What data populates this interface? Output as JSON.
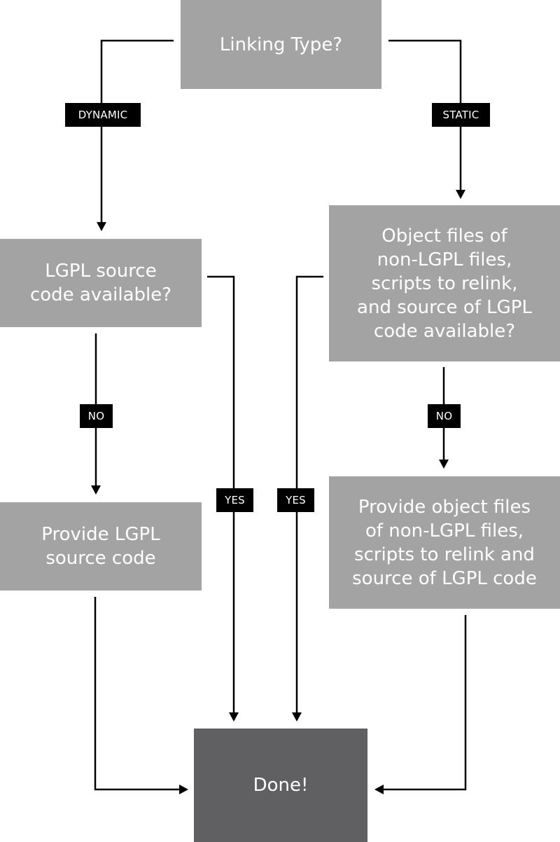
{
  "colors": {
    "decision_box": "#a3a3a3",
    "terminal_box": "#606062",
    "label_background": "#000000",
    "connector": "#000000",
    "text": "#ffffff"
  },
  "nodes": {
    "linking_type": "Linking Type?",
    "lgpl_source_available": "LGPL source\ncode available?",
    "object_files_available": "Object files of\nnon-LGPL files,\nscripts to relink,\nand source of LGPL\ncode available?",
    "provide_lgpl_source": "Provide LGPL\nsource code",
    "provide_object_files": "Provide object files\nof non-LGPL files,\nscripts to relink and\nsource of LGPL code",
    "done": "Done!"
  },
  "edge_labels": {
    "dynamic": "DYNAMIC",
    "static": "STATIC",
    "no_left": "NO",
    "no_right": "NO",
    "yes_left": "YES",
    "yes_right": "YES"
  }
}
